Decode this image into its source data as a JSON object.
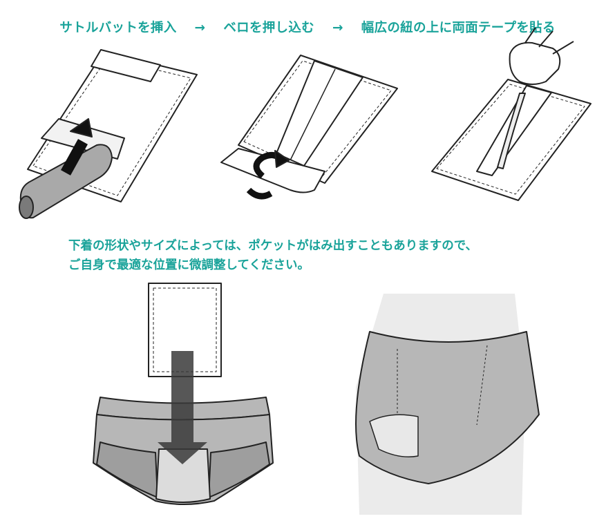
{
  "steps": {
    "step1": "サトルバットを挿入",
    "arrow": "→",
    "step2": "ベロを押し込む",
    "step3": "幅広の紐の上に両面テープを貼る"
  },
  "note": {
    "line1": "下着の形状やサイズによっては、ポケットがはみ出すこともありますので、",
    "line2": "ご自身で最適な位置に微調整してください。"
  },
  "colors": {
    "caption": "#1aa39a",
    "garment_gray": "#b7b7b7",
    "dark_gray": "#555555",
    "arrow_dark": "#222222"
  }
}
